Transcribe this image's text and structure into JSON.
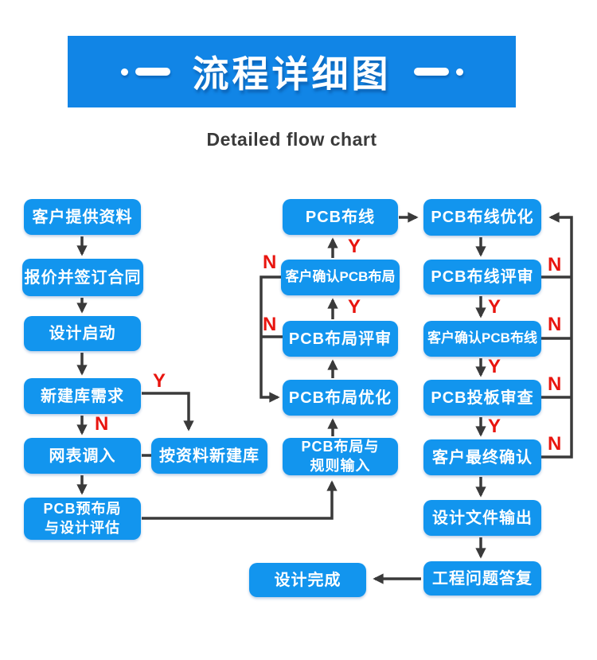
{
  "banner": {
    "title": "流程详细图"
  },
  "subtitle": "Detailed flow chart",
  "labels": {
    "yes": "Y",
    "no": "N"
  },
  "colors": {
    "banner_blue": "#1185e6",
    "box_blue": "#1295ee",
    "line_dark": "#3a3a3a",
    "label_red": "#e8150f"
  },
  "nodes": {
    "customer_materials": "客户提供资料",
    "quote_contract": "报价并签订合同",
    "design_start": "设计启动",
    "new_library_need": "新建库需求",
    "netlist_import": "网表调入",
    "pre_layout_line1": "PCB预布局",
    "pre_layout_line2": "与设计评估",
    "build_library": "按资料新建库",
    "layout_rules_line1": "PCB布局与",
    "layout_rules_line2": "规则输入",
    "layout_optimization": "PCB布局优化",
    "layout_review": "PCB布局评审",
    "confirm_layout": "客户确认PCB布局",
    "routing": "PCB布线",
    "routing_optimization": "PCB布线优化",
    "routing_review": "PCB布线评审",
    "confirm_routing": "客户确认PCB布线",
    "tapeout_review": "PCB投板审查",
    "final_confirm": "客户最终确认",
    "file_output": "设计文件输出",
    "engineering_reply": "工程问题答复",
    "design_complete": "设计完成"
  }
}
